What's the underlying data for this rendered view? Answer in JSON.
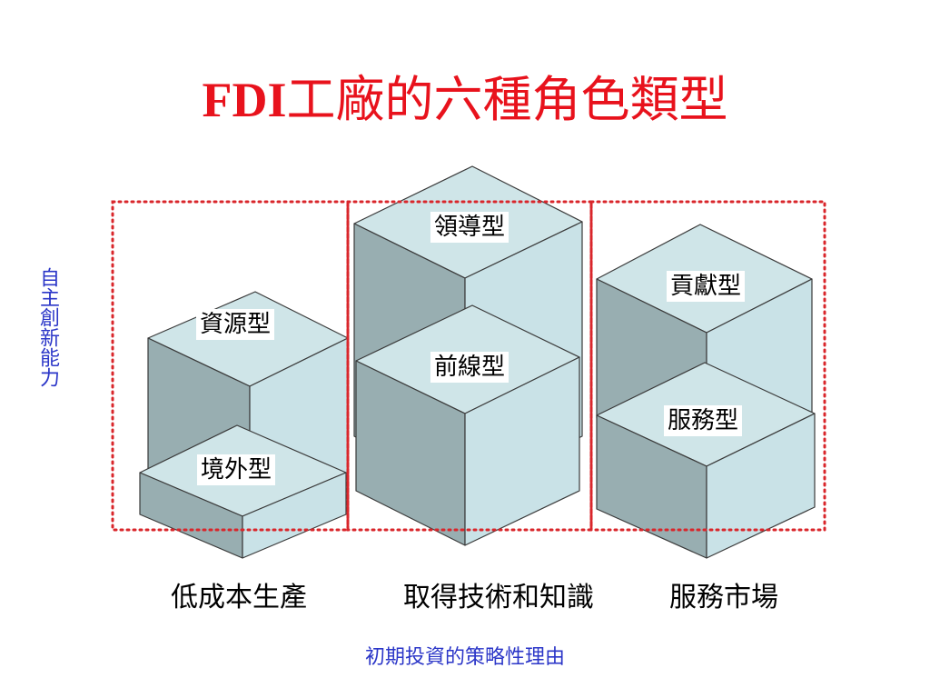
{
  "title": {
    "prefix": "FDI",
    "main": "工廠的六種角色類型"
  },
  "vertical_label": "自主創新能力",
  "footer_label": "初期投資的策略性理由",
  "categories": [
    "低成本生產",
    "取得技術和知識",
    "服務市場"
  ],
  "roles": {
    "resource": "資源型",
    "offshore": "境外型",
    "lead": "領導型",
    "frontline": "前線型",
    "contributor": "貢獻型",
    "service": "服務型"
  },
  "colors": {
    "title": "#e8121c",
    "accent_blue": "#2b36c8",
    "dashed_border": "#d9262b",
    "cube_top": "#cfe5e8",
    "cube_front": "#c9e2e7",
    "cube_side": "#98aeb1"
  }
}
